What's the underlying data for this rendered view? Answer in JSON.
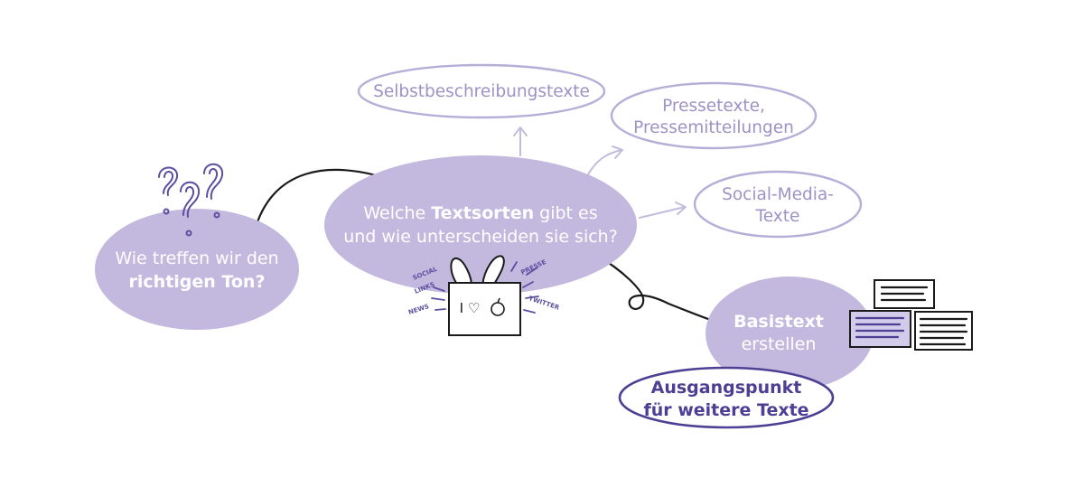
{
  "colors": {
    "fill_purple": "#c3b9df",
    "outline_purple": "#b7aed8",
    "text_purple": "#9e92c6",
    "dark_purple": "#4e3f94",
    "ink": "#1a1a1a",
    "white": "#ffffff"
  },
  "question_bubble": {
    "line1": "Wie treffen wir den",
    "line2_bold": "richtigen Ton?"
  },
  "center_bubble": {
    "line1_prefix": "Welche ",
    "line1_bold": "Textsorten",
    "line1_suffix": " gibt es",
    "line2": "und wie unterscheiden sie sich?"
  },
  "text_types": {
    "self_description": "Selbstbeschreibungstexte",
    "press_line1": "Pressetexte,",
    "press_line2": "Pressemitteilungen",
    "social_line1": "Social-Media-",
    "social_line2": "Texte"
  },
  "base_text": {
    "line1_bold": "Basistext",
    "line2": "erstellen"
  },
  "starting_point": {
    "line1": "Ausgangspunkt",
    "line2": "für weitere Texte"
  },
  "sign_illustration": {
    "sign_text": "I ♡",
    "labels": [
      "NEWS",
      "SOCIAL",
      "LINKS",
      "PRESSE",
      "TWITTER"
    ]
  },
  "icons": [
    "question-marks-icon",
    "bunny-sign-icon",
    "documents-icon"
  ]
}
